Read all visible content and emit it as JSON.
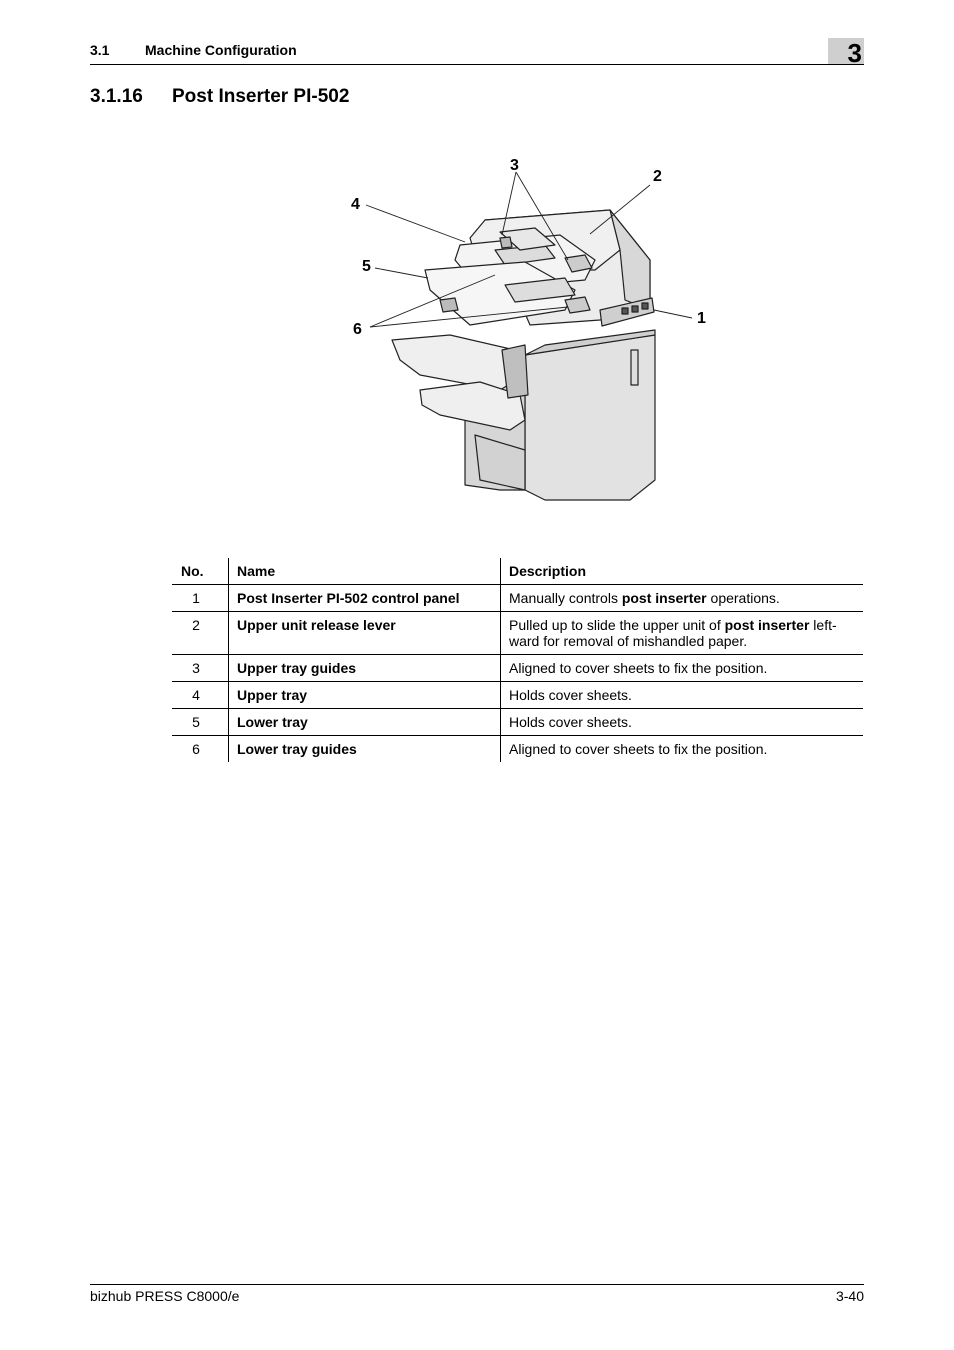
{
  "header": {
    "section_number": "3.1",
    "section_title": "Machine Configuration",
    "chapter": "3"
  },
  "title": {
    "number": "3.1.16",
    "text": "Post Inserter PI-502"
  },
  "figure": {
    "callouts": [
      "1",
      "2",
      "3",
      "4",
      "5",
      "6"
    ]
  },
  "table": {
    "headers": {
      "no": "No.",
      "name": "Name",
      "description": "Description"
    },
    "rows": [
      {
        "no": "1",
        "name": "Post Inserter PI-502 control panel",
        "desc": [
          {
            "t": "Manually controls "
          },
          {
            "t": "post inserter",
            "b": true
          },
          {
            "t": " operations."
          }
        ]
      },
      {
        "no": "2",
        "name": "Upper unit release lever",
        "desc": [
          {
            "t": "Pulled up to slide the upper unit of "
          },
          {
            "t": "post inserter",
            "b": true
          },
          {
            "t": " left-ward for removal of mishandled paper."
          }
        ]
      },
      {
        "no": "3",
        "name": "Upper tray guides",
        "desc": [
          {
            "t": "Aligned to cover sheets to fix the position."
          }
        ]
      },
      {
        "no": "4",
        "name": "Upper tray",
        "desc": [
          {
            "t": "Holds cover sheets."
          }
        ]
      },
      {
        "no": "5",
        "name": "Lower tray",
        "desc": [
          {
            "t": "Holds cover sheets."
          }
        ]
      },
      {
        "no": "6",
        "name": "Lower tray guides",
        "desc": [
          {
            "t": "Aligned to cover sheets to fix the position."
          }
        ]
      }
    ]
  },
  "footer": {
    "left": "bizhub PRESS C8000/e",
    "right": "3-40"
  }
}
